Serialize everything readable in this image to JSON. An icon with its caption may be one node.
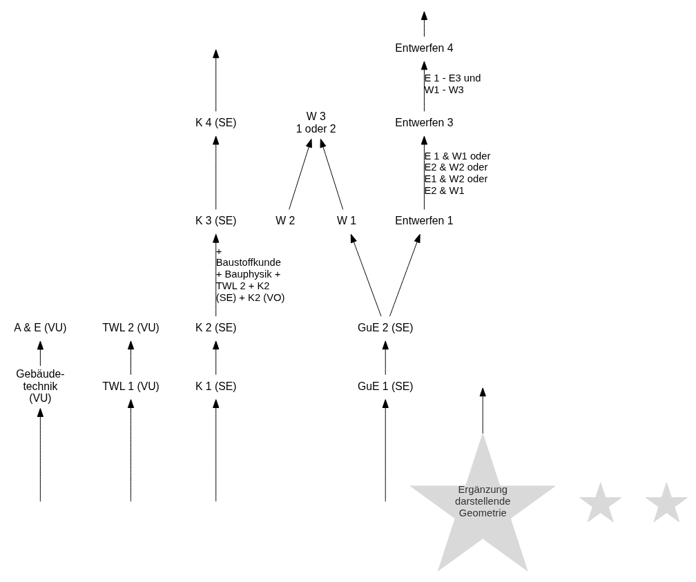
{
  "diagram": {
    "nodes": [
      {
        "text": [
          "A & E (VU)"
        ]
      },
      {
        "text": [
          "Gebäude- technik (VU)"
        ]
      },
      {
        "text": [
          "TWL 2 (VU)"
        ]
      },
      {
        "text": [
          "TWL 1 (VU)"
        ]
      },
      {
        "text": [
          "K 4 (SE)"
        ]
      },
      {
        "text": [
          "K 3 (SE)"
        ]
      },
      {
        "text": [
          "K 2 (SE)"
        ]
      },
      {
        "text": [
          "K 1 (SE)"
        ]
      },
      {
        "text": [
          "W 3",
          "1 oder 2"
        ]
      },
      {
        "text": [
          "W 2"
        ]
      },
      {
        "text": [
          "W 1"
        ]
      },
      {
        "text": [
          "Entwerfen 4"
        ]
      },
      {
        "text": [
          "Entwerfen 3"
        ]
      },
      {
        "text": [
          "Entwerfen 1"
        ]
      },
      {
        "text": [
          "GuE 2 (SE)"
        ]
      },
      {
        "text": [
          "GuE 1 (SE)"
        ]
      },
      {
        "text": [
          "Ergänzung darstellende Geometrie"
        ]
      },
      {
        "text": [],
        "shape": "star"
      },
      {
        "text": [],
        "shape": "star"
      }
    ],
    "edges": [
      {
        "from": null,
        "to": 1,
        "arrow": "to"
      },
      {
        "from": 1,
        "to": 0,
        "arrow": "to"
      },
      {
        "from": null,
        "to": 3,
        "arrow": "to"
      },
      {
        "from": 3,
        "to": 2,
        "arrow": "to"
      },
      {
        "from": null,
        "to": 7,
        "arrow": "to"
      },
      {
        "from": 7,
        "to": 6,
        "arrow": "to"
      },
      {
        "from": 6,
        "to": 5,
        "arrow": "to",
        "label": "+ Baustoffkunde + Bauphysik + TWL 2 + K2 (SE) + K2 (VO)"
      },
      {
        "from": 5,
        "to": 4,
        "arrow": "to"
      },
      {
        "from": 4,
        "to": null,
        "arrow": "to"
      },
      {
        "from": 16,
        "to": null,
        "arrow": "to"
      },
      {
        "from": null,
        "to": 15,
        "arrow": "to"
      },
      {
        "from": 15,
        "to": 14,
        "arrow": "to"
      },
      {
        "from": 14,
        "to": 10,
        "arrow": "to"
      },
      {
        "from": 14,
        "to": 13,
        "arrow": "to"
      },
      {
        "from": 10,
        "to": 8,
        "arrow": "to"
      },
      {
        "from": 9,
        "to": 8,
        "arrow": "to"
      },
      {
        "from": 13,
        "to": 12,
        "arrow": "to",
        "label": "E 1 & W1 oder E2 & W2 oder E1 & W2 oder E2 & W1"
      },
      {
        "from": 12,
        "to": 11,
        "arrow": "to",
        "label": "E 1 - E3 und W1 - W3"
      },
      {
        "from": 11,
        "to": null,
        "arrow": "to"
      }
    ]
  }
}
